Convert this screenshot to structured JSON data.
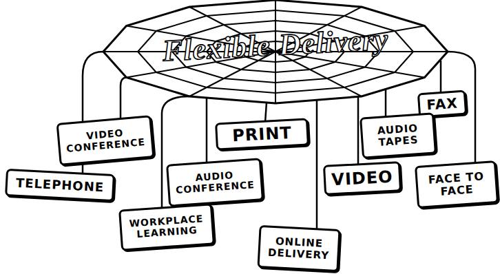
{
  "diagram": {
    "title": "Flexible Delivery",
    "nodes": [
      {
        "text": [
          "FAX"
        ]
      },
      {
        "text": [
          "AUDIO TAPES"
        ]
      },
      {
        "text": [
          "VIDEO CONFERENCE"
        ]
      },
      {
        "text": [
          "PRINT"
        ]
      },
      {
        "text": [
          "AUDIO CONFERENCE"
        ]
      },
      {
        "text": [
          "VIDEO"
        ]
      },
      {
        "text": [
          "FACE TO FACE"
        ]
      },
      {
        "text": [
          "TELEPHONE"
        ]
      },
      {
        "text": [
          "WORKPLACE LEARNING"
        ]
      },
      {
        "text": [
          "ONLINE DELIVERY"
        ]
      }
    ]
  }
}
